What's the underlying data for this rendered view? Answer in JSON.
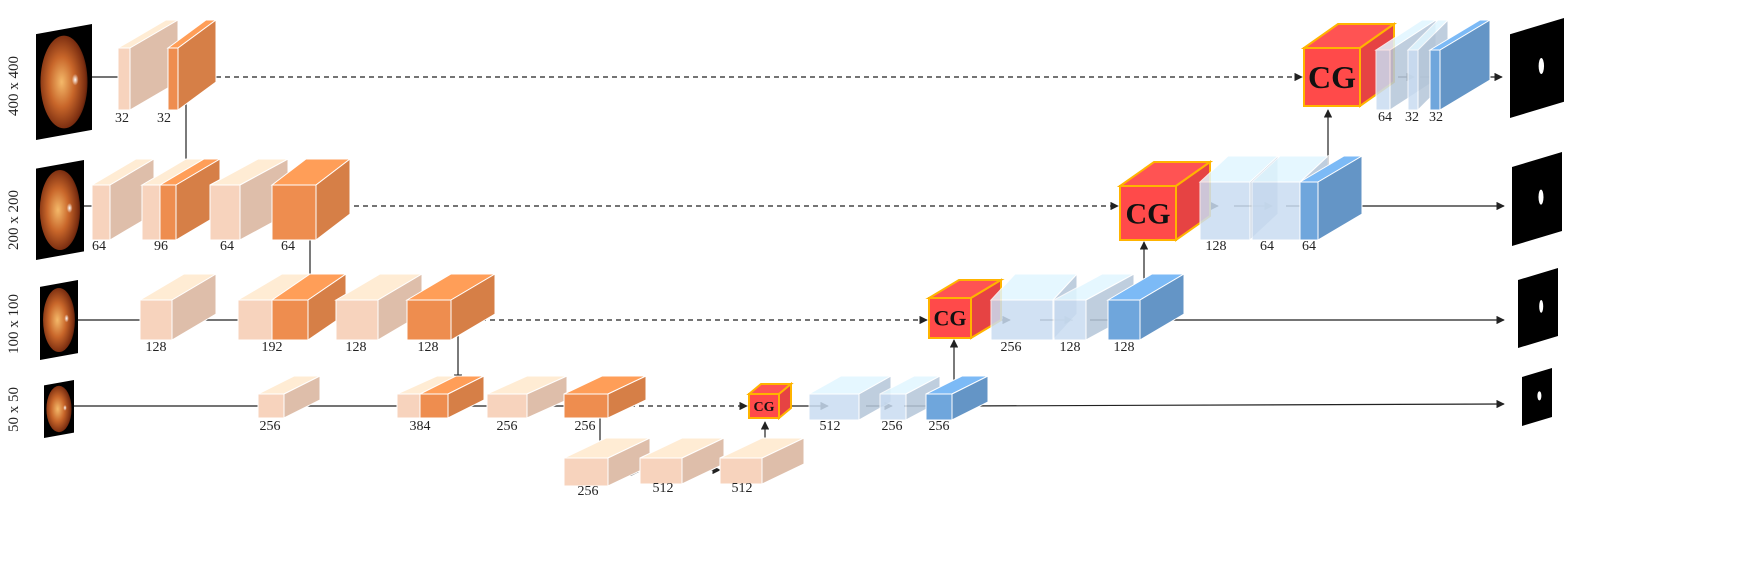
{
  "scales": [
    "400 x 400",
    "200 x 200",
    "100 x 100",
    "50 x 50"
  ],
  "cg_label": "CG",
  "colors": {
    "encoder_light": "#f7d3bd",
    "encoder_dark": "#ee8d4f",
    "decoder_light": "#c9dcf1",
    "decoder_dark": "#6fa6dc",
    "cg_block": "#ff4a4a",
    "cg_border": "#ffb400",
    "fundus": "#c8662a",
    "mask_bg": "#000000"
  },
  "channels": {
    "row1_enc": [
      "32",
      "32"
    ],
    "row1_dec": [
      "64",
      "32",
      "32"
    ],
    "row2_enc": [
      "64",
      "96",
      "64",
      "64"
    ],
    "row2_dec": [
      "128",
      "64",
      "64"
    ],
    "row3_enc": [
      "128",
      "192",
      "128",
      "128"
    ],
    "row3_dec": [
      "256",
      "128",
      "128"
    ],
    "row4_enc": [
      "256",
      "384",
      "256",
      "256"
    ],
    "row4_dec": [
      "512",
      "256",
      "256"
    ],
    "bottleneck": [
      "256",
      "512",
      "512"
    ]
  }
}
